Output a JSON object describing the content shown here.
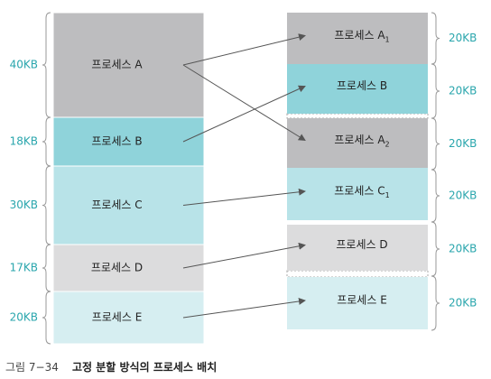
{
  "colors": {
    "gray": "#bdbdbf",
    "teal": "#8fd3da",
    "light_teal": "#b8e3e8",
    "light_gray": "#dcdcdd",
    "pale_teal": "#d6eef1",
    "label_teal": "#2aa6ad",
    "arrow": "#555555",
    "border": "#ffffff"
  },
  "left_memory": {
    "blocks": [
      {
        "label": "프로세스 A",
        "size": "40KB",
        "color": "gray"
      },
      {
        "label": "프로세스 B",
        "size": "18KB",
        "color": "teal"
      },
      {
        "label": "프로세스 C",
        "size": "30KB",
        "color": "light_teal"
      },
      {
        "label": "프로세스 D",
        "size": "17KB",
        "color": "light_gray"
      },
      {
        "label": "프로세스 E",
        "size": "20KB",
        "color": "pale_teal"
      }
    ]
  },
  "right_memory": {
    "blocks": [
      {
        "label": "프로세스 A",
        "sub": "1",
        "size": "20KB",
        "color": "gray"
      },
      {
        "label": "프로세스 B",
        "sub": "",
        "size": "20KB",
        "color": "teal"
      },
      {
        "label": "프로세스 A",
        "sub": "2",
        "size": "20KB",
        "color": "gray"
      },
      {
        "label": "프로세스 C",
        "sub": "1",
        "size": "20KB",
        "color": "light_teal"
      },
      {
        "label": "프로세스 D",
        "sub": "",
        "size": "20KB",
        "color": "light_gray"
      },
      {
        "label": "프로세스 E",
        "sub": "",
        "size": "20KB",
        "color": "pale_teal"
      }
    ]
  },
  "caption": {
    "number": "그림 7−34",
    "title": "고정 분할 방식의 프로세스 배치"
  }
}
